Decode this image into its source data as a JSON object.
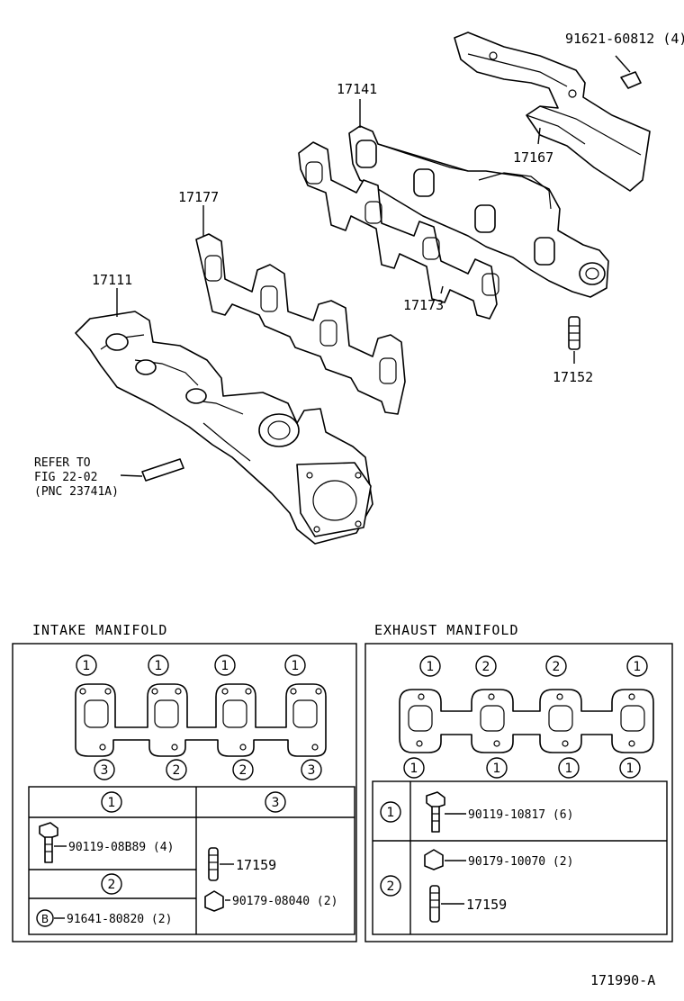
{
  "parts": {
    "p91621": "91621-60812 (4)",
    "p17141": "17141",
    "p17167": "17167",
    "p17177": "17177",
    "p17111": "17111",
    "p17173": "17173",
    "p17152": "17152",
    "refer_line1": "REFER TO",
    "refer_line2": "FIG 22-02",
    "refer_line3": "(PNC 23741A)"
  },
  "intake": {
    "title": "INTAKE MANIFOLD",
    "top_marks": [
      "1",
      "1",
      "1",
      "1"
    ],
    "bottom_marks": [
      "3",
      "2",
      "2",
      "3"
    ],
    "table": {
      "h1": "1",
      "h3": "3",
      "h2": "2",
      "bolt": "90119-08B89 (4)",
      "stud": "17159",
      "nut": "90179-08040 (2)",
      "b_mark": "B",
      "stud_b": "91641-80820 (2)"
    }
  },
  "exhaust": {
    "title": "EXHAUST MANIFOLD",
    "top_marks": [
      "1",
      "2",
      "2",
      "1"
    ],
    "bottom_marks": [
      "1",
      "1",
      "1",
      "1"
    ],
    "table": {
      "r1": "1",
      "r2": "2",
      "bolt": "90119-10817 (6)",
      "nut": "90179-10070 (2)",
      "stud": "17159"
    }
  },
  "figure_id": "171990-A"
}
